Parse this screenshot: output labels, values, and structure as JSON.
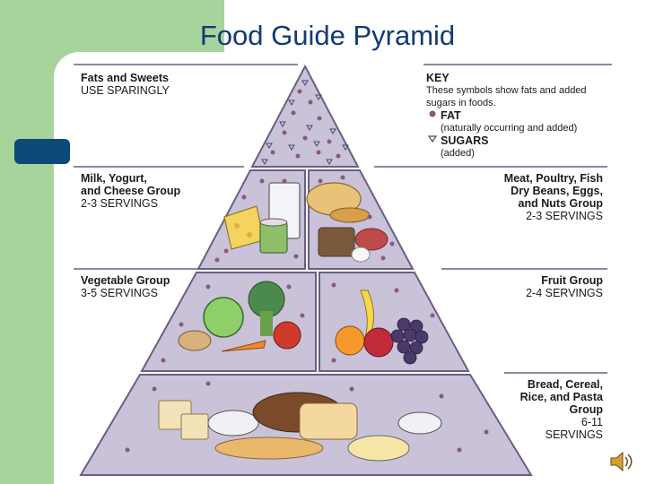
{
  "slide": {
    "title": "Food Guide Pyramid",
    "colors": {
      "green_band": "#a6d49b",
      "title": "#123a73",
      "tab": "#0d4a78",
      "pyramid_fill": "#c9c2d8",
      "pyramid_line": "#6a5f83"
    }
  },
  "pyramid": {
    "tiers": [
      {
        "id": "fats-sweets",
        "lines": [
          "Fats and Sweets",
          "USE SPARINGLY"
        ]
      },
      {
        "id": "milk",
        "lines": [
          "Milk, Yogurt,",
          "and Cheese Group",
          "2-3 SERVINGS"
        ]
      },
      {
        "id": "meat",
        "lines": [
          "Meat, Poultry, Fish",
          "Dry Beans, Eggs,",
          "and Nuts Group",
          "2-3 SERVINGS"
        ]
      },
      {
        "id": "vegetable",
        "lines": [
          "Vegetable Group",
          "3-5 SERVINGS"
        ]
      },
      {
        "id": "fruit",
        "lines": [
          "Fruit Group",
          "2-4 SERVINGS"
        ]
      },
      {
        "id": "bread",
        "lines": [
          "Bread, Cereal,",
          "Rice, and Pasta",
          "Group",
          "6-11",
          "SERVINGS"
        ]
      }
    ],
    "key": {
      "heading": "KEY",
      "intro": [
        "These symbols show fats and added",
        "sugars in foods."
      ],
      "fat_label": "FAT",
      "fat_note": "(naturally occurring and added)",
      "sugar_label": "SUGARS",
      "sugar_note": "(added)",
      "fat_icon": "circle-icon",
      "sugar_icon": "triangle-down-icon"
    }
  },
  "controls": {
    "audio_icon": "speaker-icon"
  }
}
